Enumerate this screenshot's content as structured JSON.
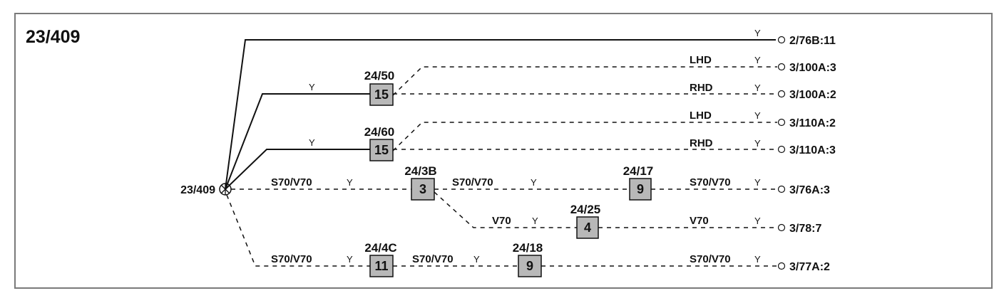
{
  "title": "23/409",
  "junction": {
    "label": "23/409"
  },
  "components": [
    {
      "id": "c1",
      "label": "24/50",
      "number": "15"
    },
    {
      "id": "c2",
      "label": "24/60",
      "number": "15"
    },
    {
      "id": "c3",
      "label": "24/3B",
      "number": "3"
    },
    {
      "id": "c4",
      "label": "24/17",
      "number": "9"
    },
    {
      "id": "c5",
      "label": "24/25",
      "number": "4"
    },
    {
      "id": "c6",
      "label": "24/4C",
      "number": "11"
    },
    {
      "id": "c7",
      "label": "24/18",
      "number": "9"
    }
  ],
  "terminals": [
    "2/76B:11",
    "3/100A:3",
    "3/100A:2",
    "3/110A:2",
    "3/110A:3",
    "3/76A:3",
    "3/78:7",
    "3/77A:2"
  ],
  "wire_labels": {
    "lhd": "LHD",
    "rhd": "RHD",
    "s70v70": "S70/V70",
    "v70": "V70"
  },
  "wire_color": "Y"
}
